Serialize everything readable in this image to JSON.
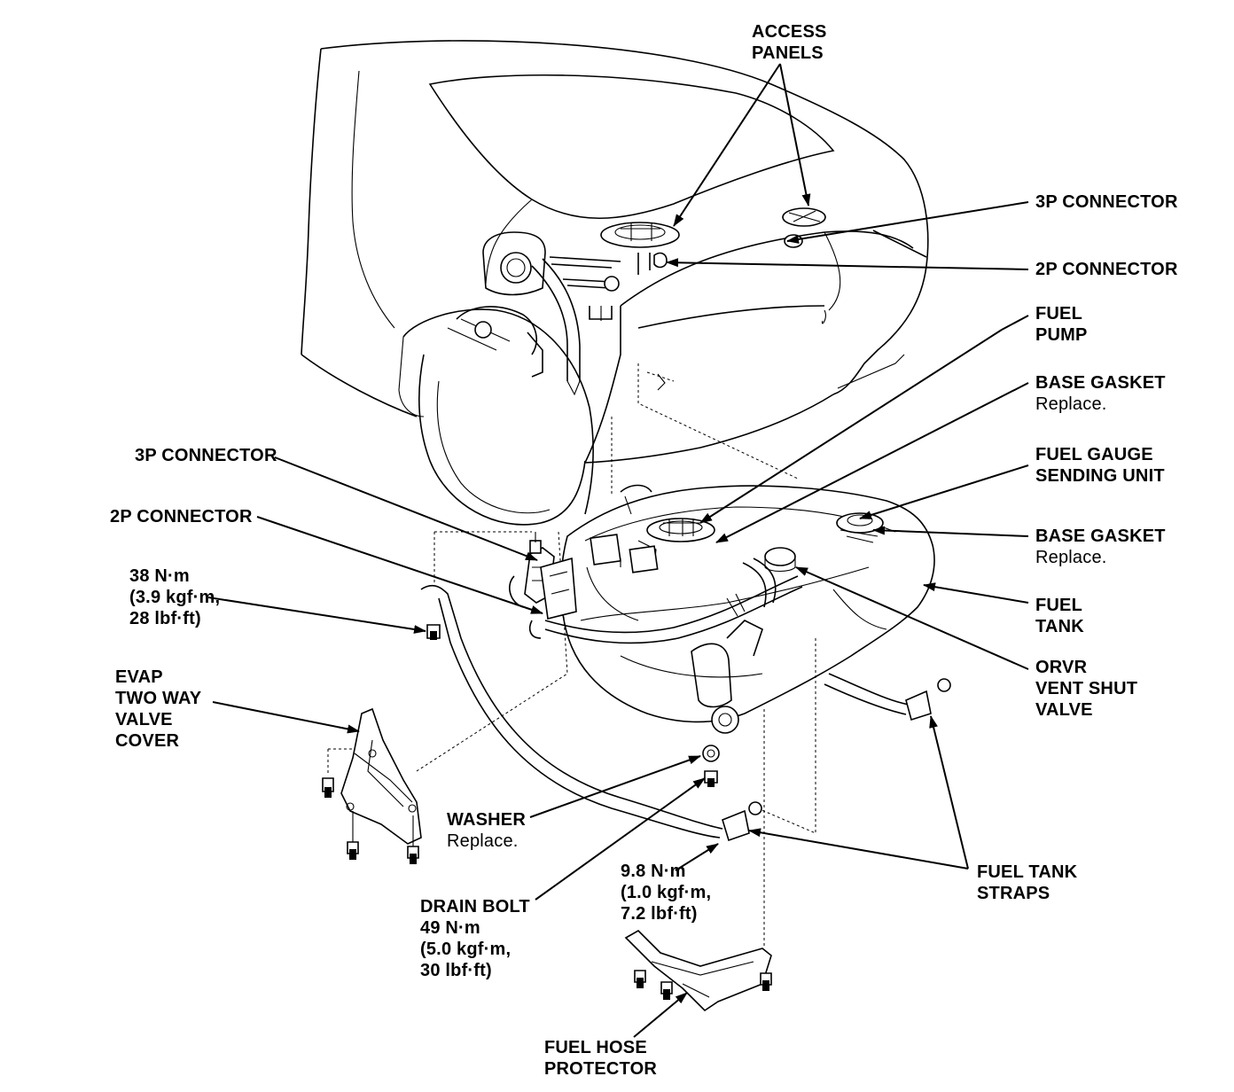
{
  "labels": {
    "access_panels": [
      "ACCESS",
      "PANELS"
    ],
    "connector_3p_top": "3P CONNECTOR",
    "connector_2p_top": "2P CONNECTOR",
    "fuel_pump": [
      "FUEL",
      "PUMP"
    ],
    "base_gasket_1": {
      "title": "BASE GASKET",
      "note": "Replace."
    },
    "fuel_gauge_unit": [
      "FUEL GAUGE",
      "SENDING UNIT"
    ],
    "base_gasket_2": {
      "title": "BASE GASKET",
      "note": "Replace."
    },
    "fuel_tank": [
      "FUEL",
      "TANK"
    ],
    "orvr_valve": [
      "ORVR",
      "VENT SHUT",
      "VALVE"
    ],
    "connector_3p_left": "3P CONNECTOR",
    "connector_2p_left": "2P CONNECTOR",
    "torque_38": [
      "38 N·m",
      "(3.9 kgf·m,",
      "28 lbf·ft)"
    ],
    "evap_cover": [
      "EVAP",
      "TWO WAY",
      "VALVE",
      "COVER"
    ],
    "washer": {
      "title": "WASHER",
      "note": "Replace."
    },
    "drain_bolt": [
      "DRAIN BOLT",
      "49 N·m",
      "(5.0 kgf·m,",
      "30 lbf·ft)"
    ],
    "torque_98": [
      "9.8 N·m",
      "(1.0 kgf·m,",
      "7.2 lbf·ft)"
    ],
    "fuel_tank_straps": [
      "FUEL TANK",
      "STRAPS"
    ],
    "fuel_hose_protector": [
      "FUEL HOSE",
      "PROTECTOR"
    ]
  }
}
